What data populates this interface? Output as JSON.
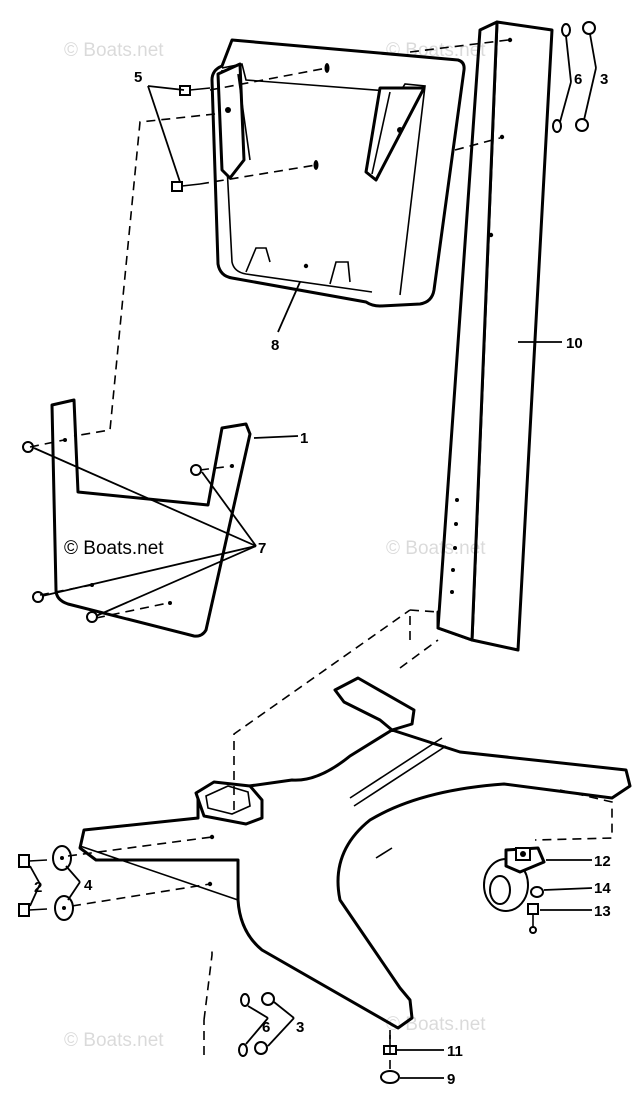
{
  "watermark": {
    "text": "© Boats.net"
  },
  "callouts": {
    "c1": "1",
    "c2": "2",
    "c3a": "3",
    "c3b": "3",
    "c4": "4",
    "c5": "5",
    "c6a": "6",
    "c6b": "6",
    "c7": "7",
    "c8": "8",
    "c9": "9",
    "c10": "10",
    "c11": "11",
    "c12": "12",
    "c13": "13",
    "c14": "14"
  },
  "icons": {
    "bolt": "bolt-icon",
    "washer": "washer-icon",
    "nut": "nut-icon"
  }
}
